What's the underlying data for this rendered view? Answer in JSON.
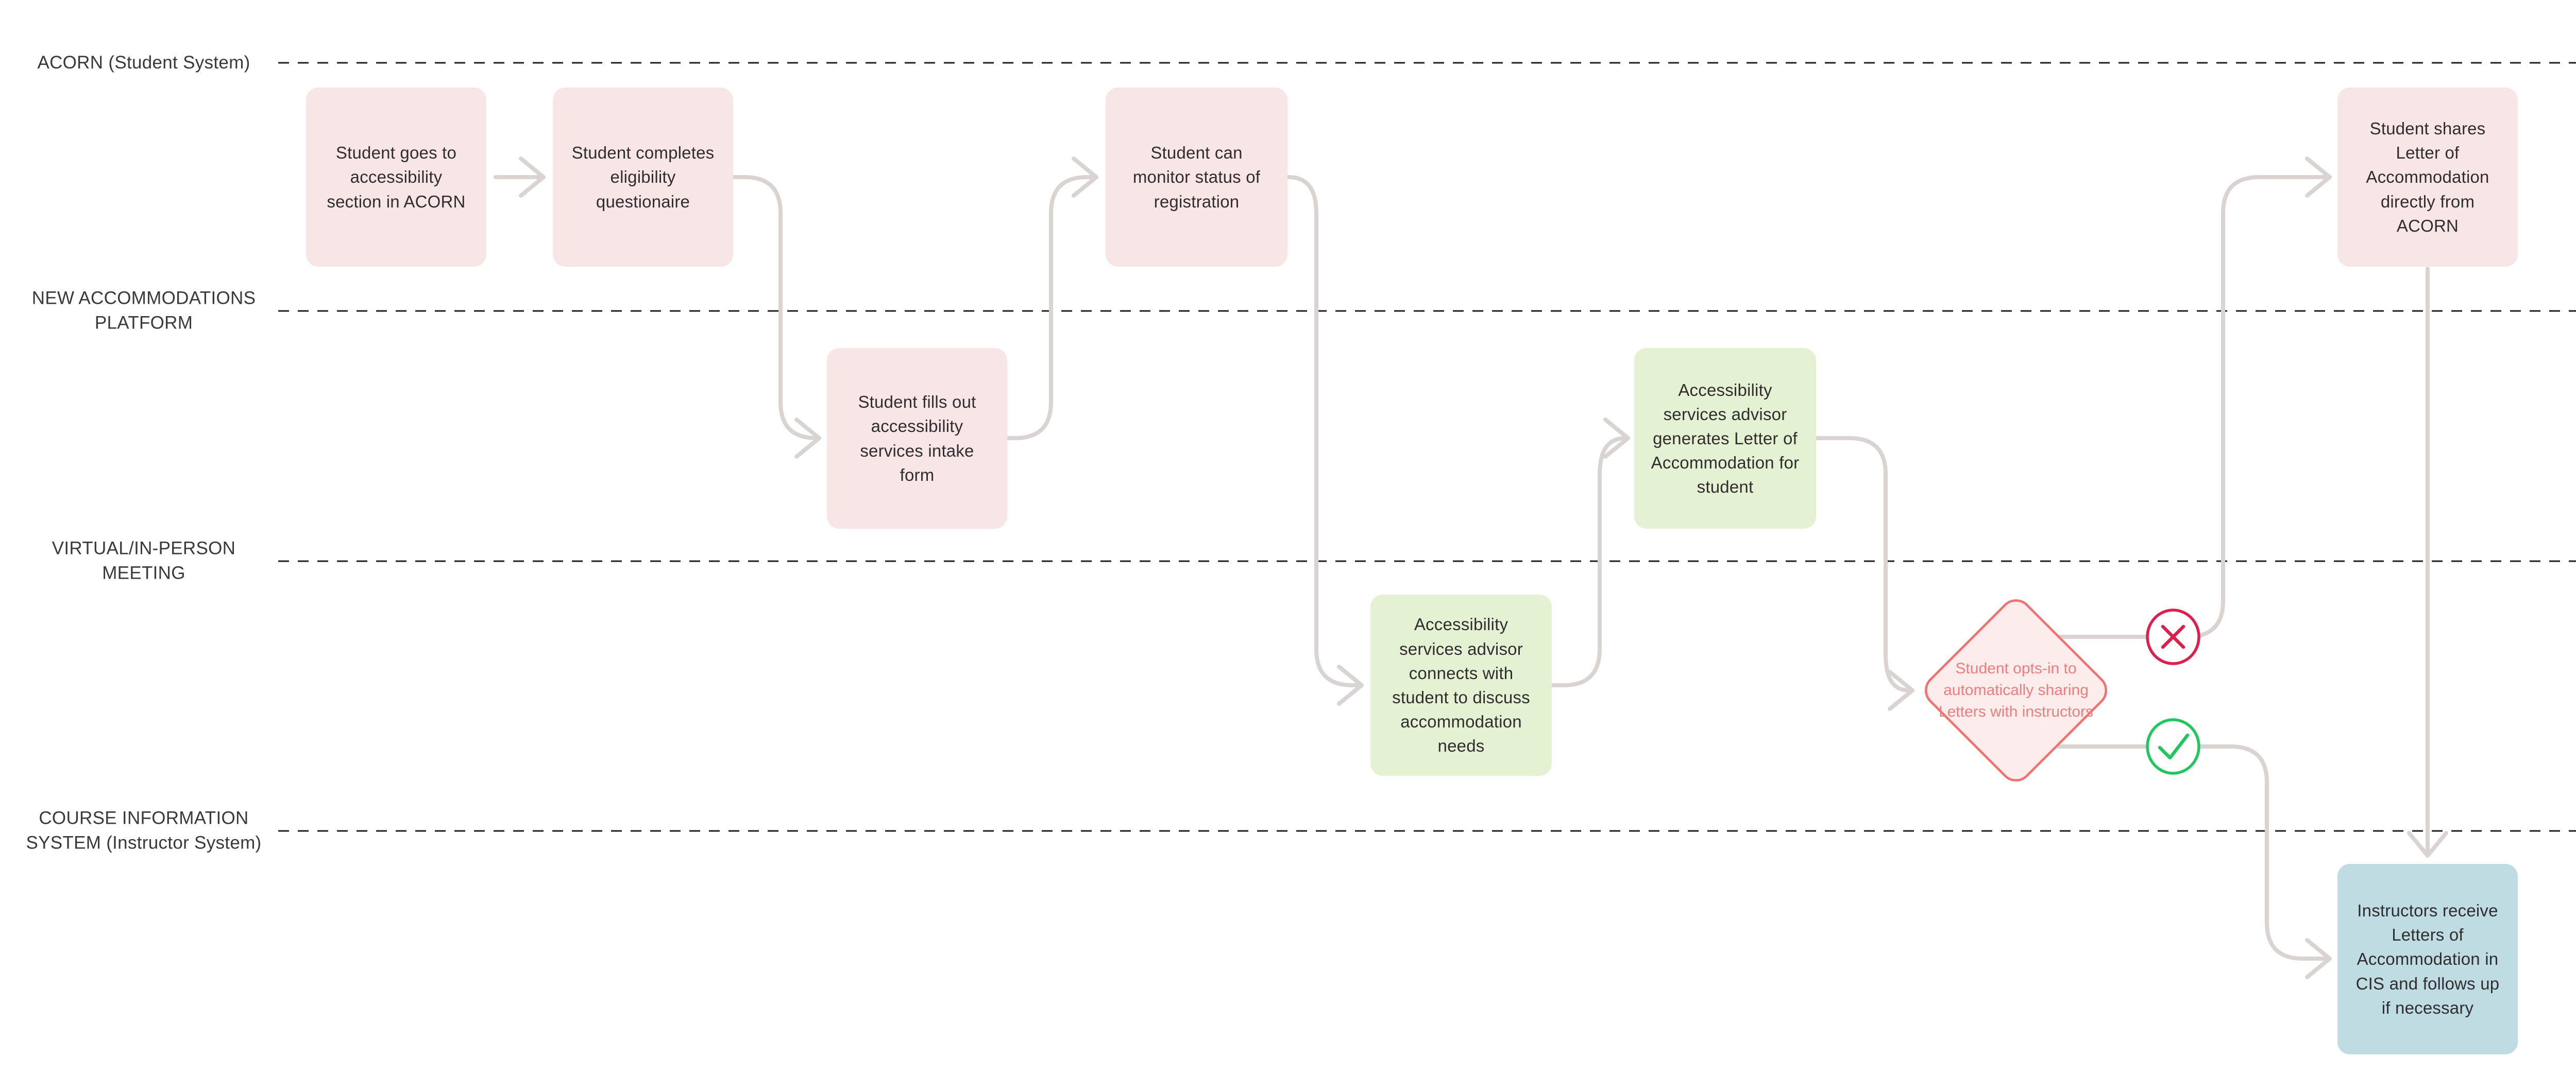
{
  "lanes": [
    {
      "label": "ACORN (Student System)"
    },
    {
      "label": "NEW ACCOMMODATIONS PLATFORM"
    },
    {
      "label": "VIRTUAL/IN-PERSON MEETING"
    },
    {
      "label": "COURSE INFORMATION SYSTEM (Instructor System)"
    }
  ],
  "nodes": {
    "acorn_section": "Student goes to accessibility section in ACORN",
    "eligibility": "Student completes eligibility questionaire",
    "monitor_status": "Student can monitor status of registration",
    "student_shares": "Student shares Letter of Accommodation directly from ACORN",
    "intake_form": "Student fills out accessibility services intake form",
    "advisor_generates": "Accessibility services advisor generates Letter of Accommodation for student",
    "advisor_connects": "Accessibility services advisor connects with student to discuss accommodation needs",
    "opt_in_decision": "Student opts-in to automatically sharing Letters with instructors",
    "instructors_receive": "Instructors receive Letters of Accommodation in CIS and follows up if necessary"
  },
  "icons": {
    "decision_no": "x-circle-icon",
    "decision_yes": "check-circle-icon"
  },
  "colors": {
    "student-pink": "#f8e5e6",
    "advisor-green": "#e5f1d3",
    "instructor-blue": "#bfdce3",
    "diamond-fill": "#fcecec",
    "diamond-border": "#f2706e",
    "diamond-text": "#ee7d7d",
    "reject-red": "#e01e4d",
    "accept-green": "#1fc75e",
    "connector": "#d9d4d2",
    "divider": "#1f1f1f",
    "node-text": "#2f2d2d",
    "label-text": "#3c3838"
  }
}
